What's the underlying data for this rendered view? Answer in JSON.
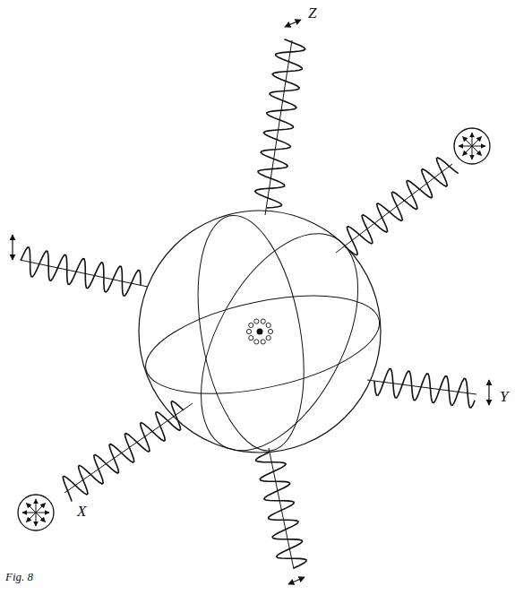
{
  "diagram": {
    "caption": "Fig. 8",
    "labels": [
      "Z",
      "Y",
      "X"
    ]
  }
}
